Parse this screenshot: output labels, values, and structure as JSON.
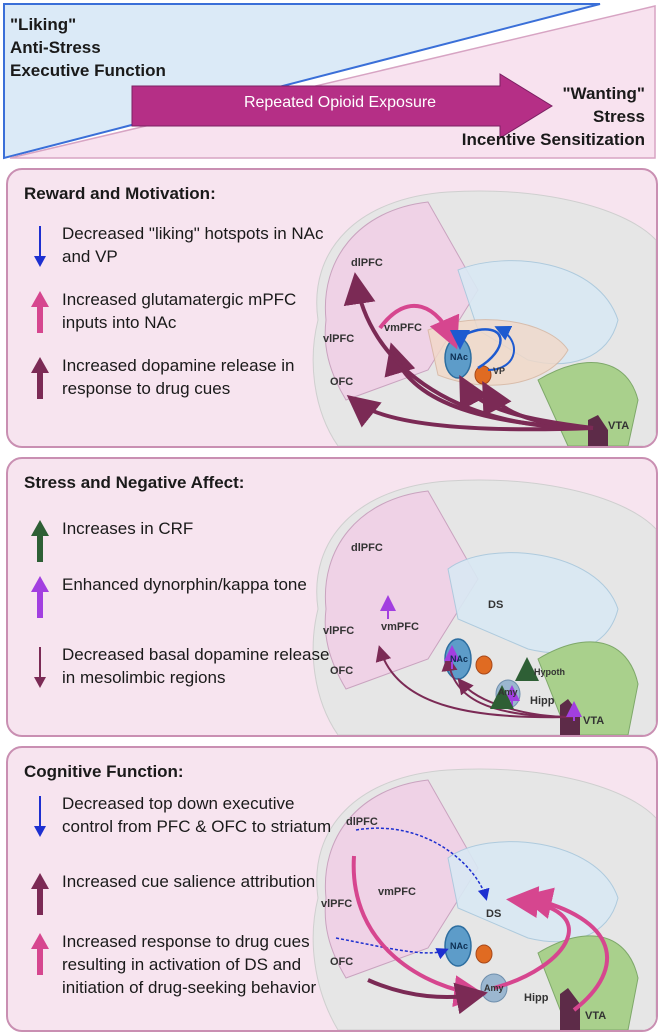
{
  "header": {
    "left_lines": [
      "\"Liking\"",
      "Anti-Stress",
      "Executive Function"
    ],
    "right_lines": [
      "\"Wanting\"",
      "Stress",
      "Incentive Sensitization"
    ],
    "arrow_label": "Repeated Opioid Exposure"
  },
  "panels": [
    {
      "title": "Reward and Motivation:",
      "items": [
        {
          "text": "Decreased \"liking\" hotspots in NAc and VP",
          "icon": "thin-down-arrow-icon",
          "color": "#1d2fd0"
        },
        {
          "text": "Increased glutamatergic mPFC inputs into NAc",
          "icon": "thick-up-arrow-icon",
          "color": "#d6468f"
        },
        {
          "text": "Increased dopamine release in response to drug cues",
          "icon": "thick-up-arrow-icon",
          "color": "#7b2a55"
        }
      ],
      "labels": {
        "dlpfc": "dlPFC",
        "vlpfc": "vlPFC",
        "vmpfc": "vmPFC",
        "ofc": "OFC",
        "nac": "NAc",
        "vp": "VP",
        "vta": "VTA"
      }
    },
    {
      "title": "Stress and Negative Affect:",
      "items": [
        {
          "text": "Increases in CRF",
          "icon": "thick-up-arrow-icon",
          "color": "#2e5f35"
        },
        {
          "text": "Enhanced dynorphin/kappa tone",
          "icon": "thick-up-arrow-icon",
          "color": "#a23fe0"
        },
        {
          "text": "Decreased basal dopamine release in mesolimbic regions",
          "icon": "thin-down-arrow-icon",
          "color": "#7b2a55"
        }
      ],
      "labels": {
        "dlpfc": "dlPFC",
        "vlpfc": "vlPFC",
        "vmpfc": "vmPFC",
        "ofc": "OFC",
        "ds": "DS",
        "nac": "NAc",
        "hypoth": "Hypoth",
        "amy": "Amy",
        "hipp": "Hipp",
        "vta": "VTA"
      }
    },
    {
      "title": "Cognitive Function:",
      "items": [
        {
          "text": "Decreased top down executive control from PFC & OFC to striatum",
          "icon": "thin-down-arrow-icon",
          "color": "#1d2fd0"
        },
        {
          "text": "Increased cue salience attribution",
          "icon": "thick-up-arrow-icon",
          "color": "#7b2a55"
        },
        {
          "text": "Increased response to drug cues resulting in activation of DS and initiation of drug-seeking behavior",
          "icon": "thick-up-arrow-icon",
          "color": "#d6468f"
        }
      ],
      "labels": {
        "dlpfc": "dlPFC",
        "vlpfc": "vlPFC",
        "vmpfc": "vmPFC",
        "ofc": "OFC",
        "ds": "DS",
        "nac": "NAc",
        "amy": "Amy",
        "hipp": "Hipp",
        "vta": "VTA"
      }
    }
  ],
  "colors": {
    "liking_triangle": "#dbeaf7",
    "liking_border": "#3a6fd8",
    "wanting_triangle": "#f8e2ef",
    "arrow_fill": "#b52f86",
    "panel_bg": "#f7e4ef",
    "panel_border": "#c98fb2"
  }
}
